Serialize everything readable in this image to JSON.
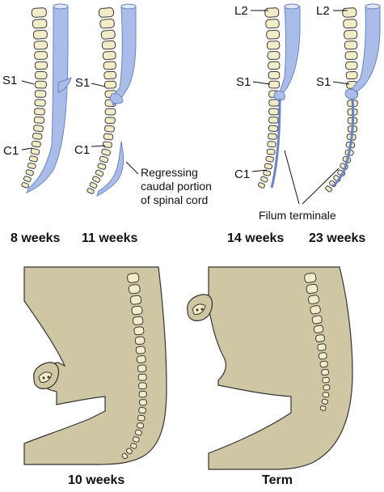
{
  "colors": {
    "cord": "#a9bde8",
    "cord_edge": "#6a83c4",
    "vertebra": "#f3ecc8",
    "vertebra_edge": "#3a3a3a",
    "skin": "#cfc7a3",
    "skin_edge": "#333333",
    "leader": "#111111"
  },
  "panels": [
    {
      "caption": "8 weeks",
      "labels": {
        "s1": "S1",
        "c1": "C1"
      }
    },
    {
      "caption": "11 weeks",
      "labels": {
        "s1": "S1",
        "c1": "C1"
      }
    },
    {
      "caption": "14 weeks",
      "labels": {
        "l2": "L2",
        "s1": "S1",
        "c1": "C1"
      }
    },
    {
      "caption": "23 weeks",
      "labels": {
        "l2": "L2",
        "s1": "S1"
      }
    },
    {
      "caption": "10 weeks"
    },
    {
      "caption": "Term"
    }
  ],
  "annotations": {
    "regressing": [
      "Regressing",
      "caudal portion",
      "of spinal cord"
    ],
    "filum": "Filum terminale"
  }
}
